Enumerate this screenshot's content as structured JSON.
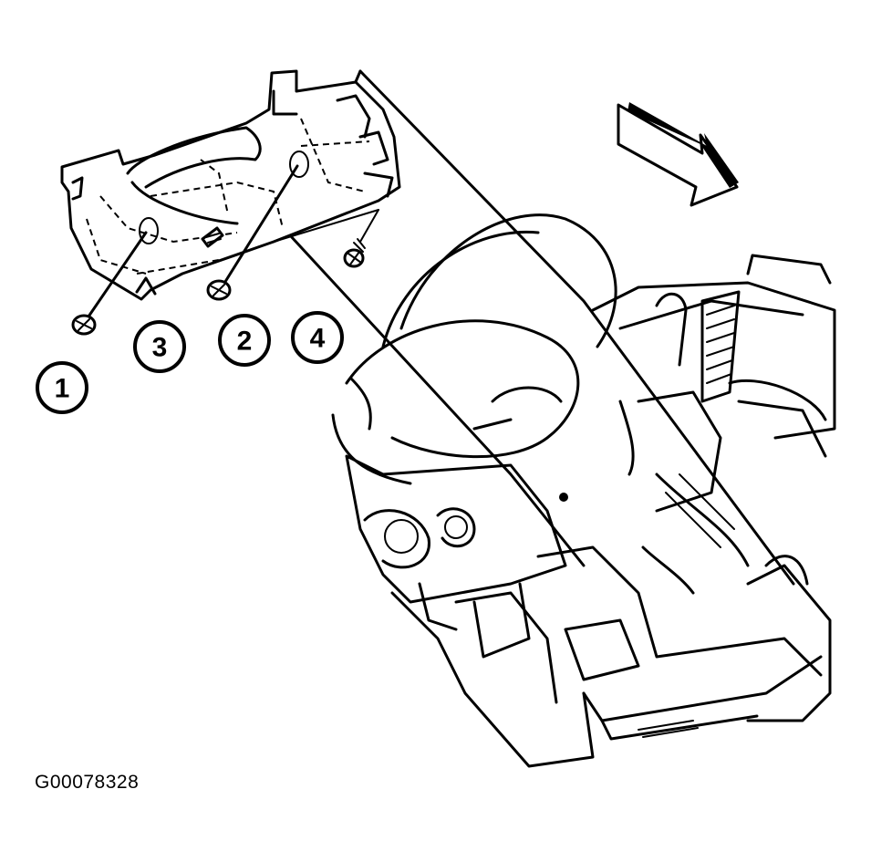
{
  "callouts": [
    {
      "id": "1",
      "label": "1"
    },
    {
      "id": "2",
      "label": "2"
    },
    {
      "id": "3",
      "label": "3"
    },
    {
      "id": "4",
      "label": "4"
    }
  ],
  "figure_id": "G00078328",
  "direction_arrow": "forward-arrow-icon"
}
